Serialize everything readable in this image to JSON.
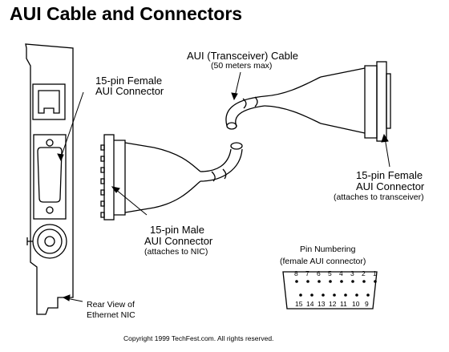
{
  "title": "AUI Cable and Connectors",
  "cable_label": {
    "line1": "AUI (Transceiver) Cable",
    "line2": "(50 meters max)"
  },
  "nic_connector_label": {
    "line1": "15-pin Female",
    "line2": "AUI Connector"
  },
  "transceiver_connector_label": {
    "line1": "15-pin Female",
    "line2": "AUI Connector",
    "line3": "(attaches to transceiver)"
  },
  "male_connector_label": {
    "line1": "15-pin Male",
    "line2": "AUI Connector",
    "line3": "(attaches to NIC)"
  },
  "pin_numbering": {
    "title": "Pin Numbering",
    "subtitle": "(female AUI connector)",
    "top_row": [
      "8",
      "7",
      "6",
      "5",
      "4",
      "3",
      "2",
      "1"
    ],
    "bottom_row": [
      "15",
      "14",
      "13",
      "12",
      "11",
      "10",
      "9"
    ]
  },
  "nic_label": {
    "line1": "Rear View of",
    "line2": "Ethernet NIC"
  },
  "copyright": "Copyright 1999 TechFest.com. All rights reserved."
}
